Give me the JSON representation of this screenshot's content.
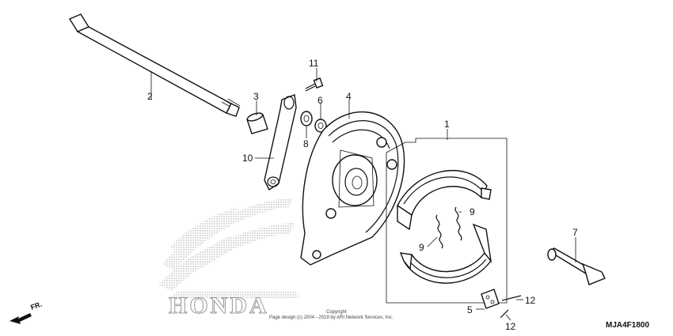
{
  "watermark": {
    "brand": "HONDA",
    "copyright_line1": "Copyright",
    "copyright_line2": "Page design (c) 2004 - 2019 by ARI Network Services, Inc."
  },
  "direction_label": "FR.",
  "diagram_code": "MJA4F1800",
  "callouts": {
    "c1": "1",
    "c2": "2",
    "c3": "3",
    "c4": "4",
    "c5": "5",
    "c6": "6",
    "c7": "7",
    "c8": "8",
    "c9a": "9",
    "c9b": "9",
    "c10": "10",
    "c11": "11",
    "c12a": "12",
    "c12b": "12"
  }
}
